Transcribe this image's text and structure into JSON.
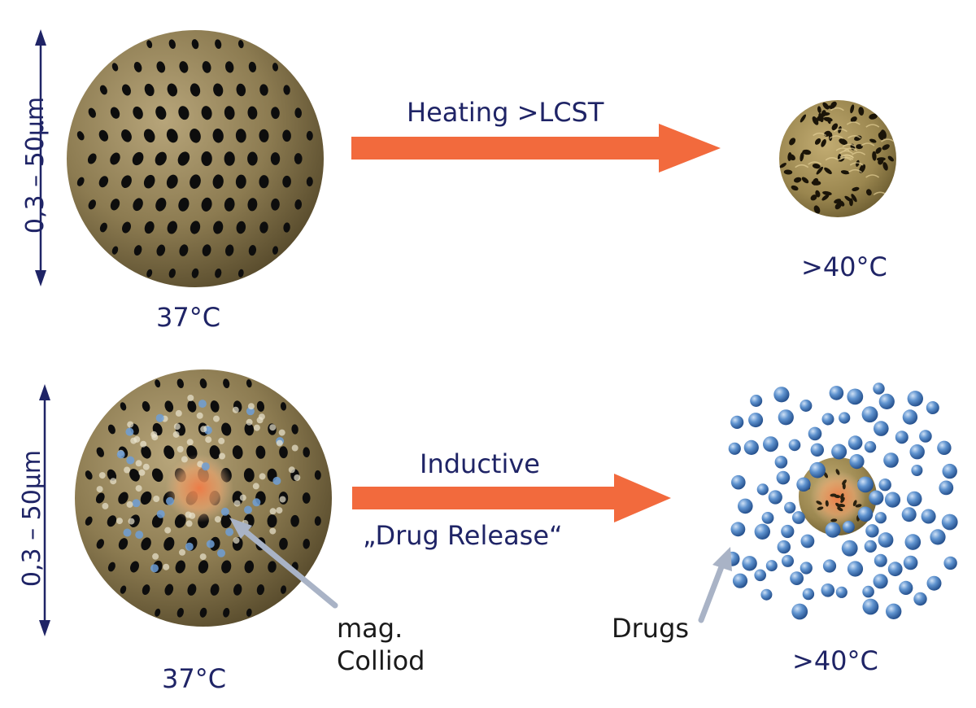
{
  "top": {
    "size_label": "0,3 – 50µm",
    "arrow_label": "Heating >LCST",
    "left_temp": "37°C",
    "right_temp": ">40°C"
  },
  "bottom": {
    "size_label": "0,3 – 50µm",
    "arrow_label_1": "Inductive",
    "arrow_label_2": "„Drug Release“",
    "left_temp": "37°C",
    "right_temp": ">40°C",
    "colloid_label_1": "mag.",
    "colloid_label_2": "Colliod",
    "drugs_label": "Drugs"
  },
  "colors": {
    "text": "#1f2466",
    "arrow": "#f26a3d",
    "sphere": "#8a7a52",
    "pore": "#0d0d0d",
    "drug": "#4f86c6",
    "pointer": "#a9b3c6"
  }
}
